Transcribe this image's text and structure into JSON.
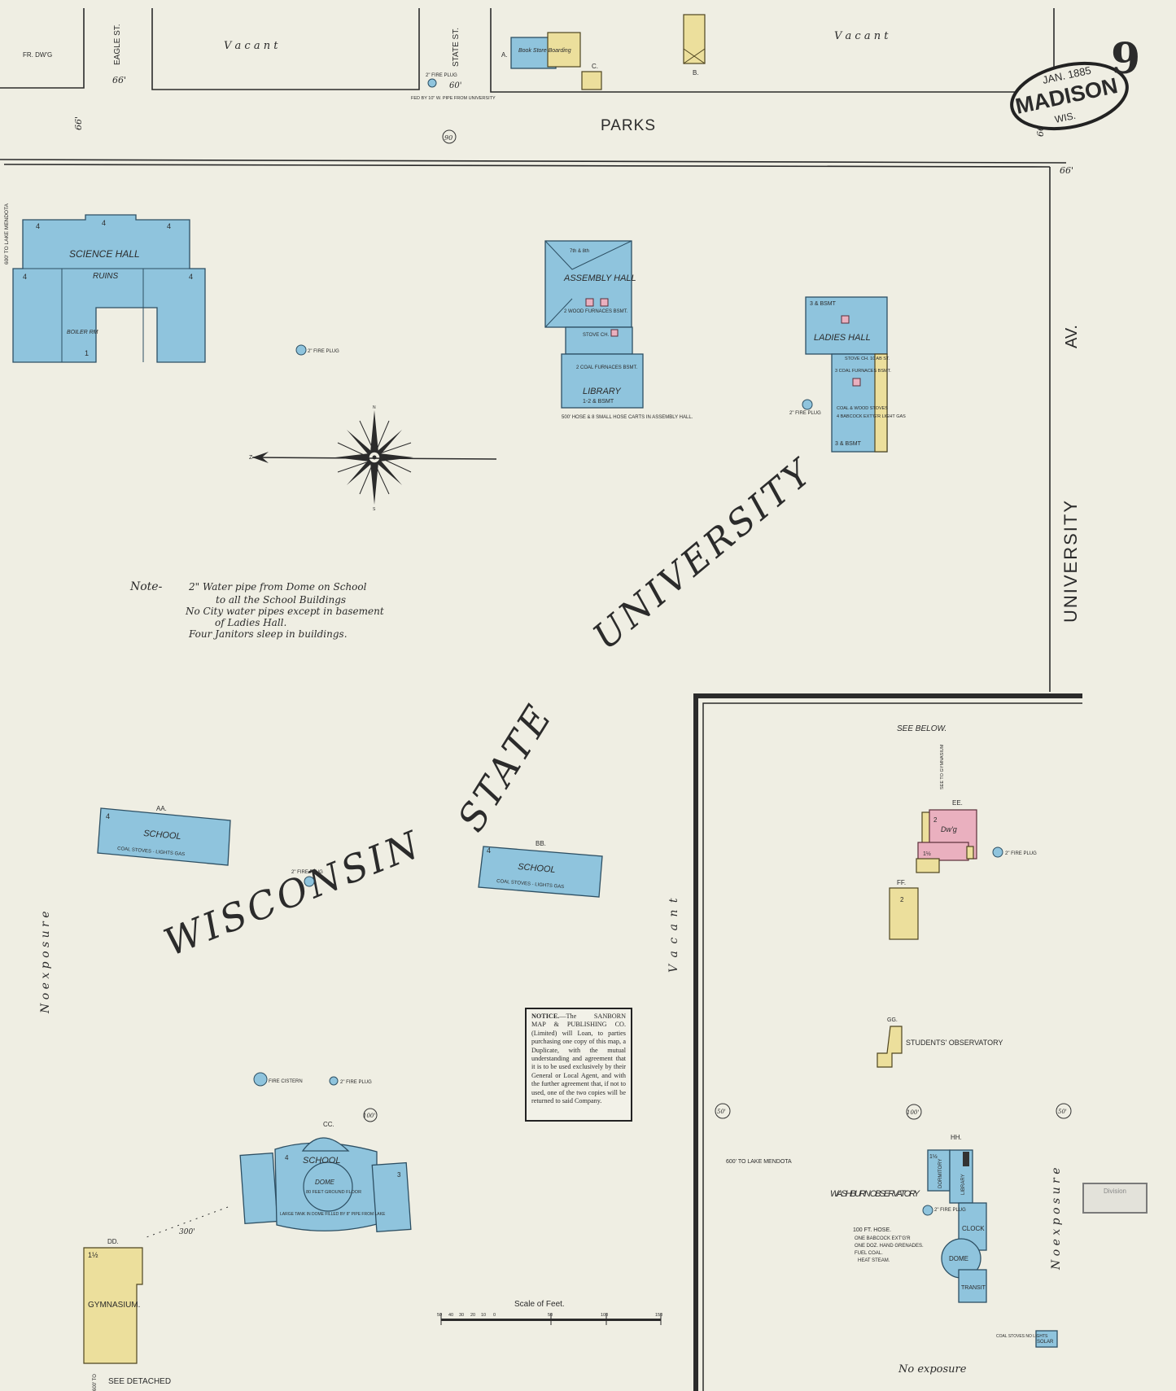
{
  "sheet": {
    "number": "9",
    "seal": {
      "date": "JAN. 1885",
      "city": "MADISON",
      "state": "WIS."
    }
  },
  "streets": {
    "parks": "PARKS",
    "university_av": "UNIVERSITY",
    "av_suffix": "AV.",
    "eagle_st": "EAGLE ST.",
    "state_st": "STATE ST.",
    "width_66": "66'",
    "width_60": "60'"
  },
  "campus": {
    "word1": "WISCONSIN",
    "word2": "STATE",
    "word3": "UNIVERSITY"
  },
  "top_area": {
    "fr_dwg": "FR. DW'G",
    "vacant_left": "V a c a n t",
    "vacant_right": "V a c a n t",
    "plug_label": "2\" FIRE PLUG",
    "plug_note": "FED BY 10\" W. PIPE FROM UNIVERSITY",
    "store_label": "Book Store Boarding",
    "label_a": "A.",
    "label_b": "B.",
    "label_c": "C.",
    "circle_number": "90"
  },
  "buildings": {
    "science_hall": {
      "name": "SCIENCE HALL",
      "sub": "RUINS",
      "boiler": "BOILER RM",
      "story": "4",
      "one": "1"
    },
    "assembly_hall": {
      "name": "ASSEMBLY HALL",
      "top": "7th & 8th",
      "furnaces": "2 WOOD FURNACES BSMT.",
      "stove": "STOVE CH.",
      "furnaces2": "2 COAL FURNACES BSMT."
    },
    "library": {
      "name": "LIBRARY",
      "bsmt": "1-2 & BSMT",
      "note": "500' HOSE & 8 SMALL HOSE CARTS IN ASSEMBLY HALL."
    },
    "ladies_hall": {
      "name": "LADIES HALL",
      "bsmt": "3 & BSMT",
      "stove": "STOVE CH. 10 AB ST.",
      "furnaces": "3 COAL FURNACES BSMT.",
      "stoves": "COAL & WOOD STOVES",
      "babcock": "4 BABCOCK EXT'G'R LIGHT GAS",
      "bsmt2": "3 & BSMT"
    },
    "school_aa": {
      "tag": "AA.",
      "name": "SCHOOL",
      "sub": "COAL STOVES - LIGHTS GAS",
      "story": "4"
    },
    "school_bb": {
      "tag": "BB.",
      "name": "SCHOOL",
      "sub": "COAL STOVES - LIGHTS GAS",
      "story": "4"
    },
    "school_cc": {
      "tag": "CC.",
      "name": "SCHOOL",
      "dome": "DOME",
      "dome_sub": "80 FEET GROUND FLOOR",
      "tank": "LARGE TANK IN DOME FILLED BY 8\" PIPE FROM LAKE",
      "s4": "4",
      "s3": "3"
    },
    "gymnasium": {
      "tag": "DD.",
      "name": "GYMNASIUM.",
      "story": "1½"
    },
    "ee": {
      "tag": "EE.",
      "name": "Dw'g",
      "side": "SEE TO GYMNASIUM",
      "s2": "2",
      "s1h": "1½"
    },
    "ff": {
      "tag": "FF.",
      "s2": "2"
    },
    "gg": {
      "tag": "GG.",
      "name": "STUDENTS' OBSERVATORY"
    },
    "hh": {
      "tag": "HH.",
      "dormitory": "DORMITORY",
      "library": "LIBRARY",
      "clock": "CLOCK",
      "dome": "DOME",
      "transit": "TRANSIT",
      "s15": "1½"
    },
    "washburn": {
      "name": "WASHBURN OBSERVATORY",
      "hose": "100 FT. HOSE.",
      "babcock": "ONE BABCOCK EXT'G'R",
      "grenades": "ONE DOZ. HAND GRENADES.",
      "fuel": "FUEL COAL.",
      "heat": "HEAT STEAM."
    },
    "solar": {
      "name": "SOLAR",
      "note": "COAL STOVES NO LIGHTS"
    }
  },
  "plugs": {
    "p1": "2\" FIRE PLUG",
    "p2": "2\" FIRE PLUG",
    "p3": "2\" FIRE PLUG",
    "p4": "2\" FIRE PLUG",
    "p5": "2\" FIRE PLUG",
    "cistern": "FIRE CISTERN",
    "p6": "2\" FIRE PLUG"
  },
  "notes": {
    "left_vertical": "600' TO LAKE MENDOTA",
    "lake_mendota": "600' TO LAKE MENDOTA",
    "note_title": "Note-",
    "note_lines": [
      "2\" Water pipe from Dome on School",
      "to all the School Buildings",
      "No City water pipes except in basement",
      "of Ladies Hall.",
      "Four Janitors sleep in buildings."
    ],
    "no_exposure_left": "N o   e x p o s u r e",
    "no_exposure_right": "N o   e x p o s u r e",
    "no_exposure_bottom": "No exposure",
    "vacant_mid": "V a c a n t",
    "see_below": "SEE BELOW.",
    "see_detached": "SEE DETACHED",
    "dist_300": "300'",
    "dist_100a": "100'",
    "dist_100b": "100'",
    "dist_50a": "50'",
    "dist_50b": "50'",
    "ftto": "600' TO"
  },
  "notice": {
    "title": "NOTICE.",
    "text": "—The SANBORN MAP & PUBLISHING CO. (Limited) will Loan, to parties purchasing one copy of this map, a Duplicate, with the mutual understanding and agreement that it is to be used exclusively by their General or Local Agent, and with the further agreement that, if not to used, one of the two copies will be returned to said Company."
  },
  "scale": {
    "title": "Scale of Feet.",
    "ticks": [
      "50",
      "40",
      "30",
      "20",
      "10",
      "0",
      "50",
      "100",
      "150"
    ]
  },
  "compass": {
    "n": "N",
    "s": "S",
    "z": "Z"
  },
  "stamp": "Division",
  "colors": {
    "paper": "#efeee3",
    "stone": "#8fc4dd",
    "frame": "#ecdf9c",
    "brick": "#eab0bf"
  }
}
